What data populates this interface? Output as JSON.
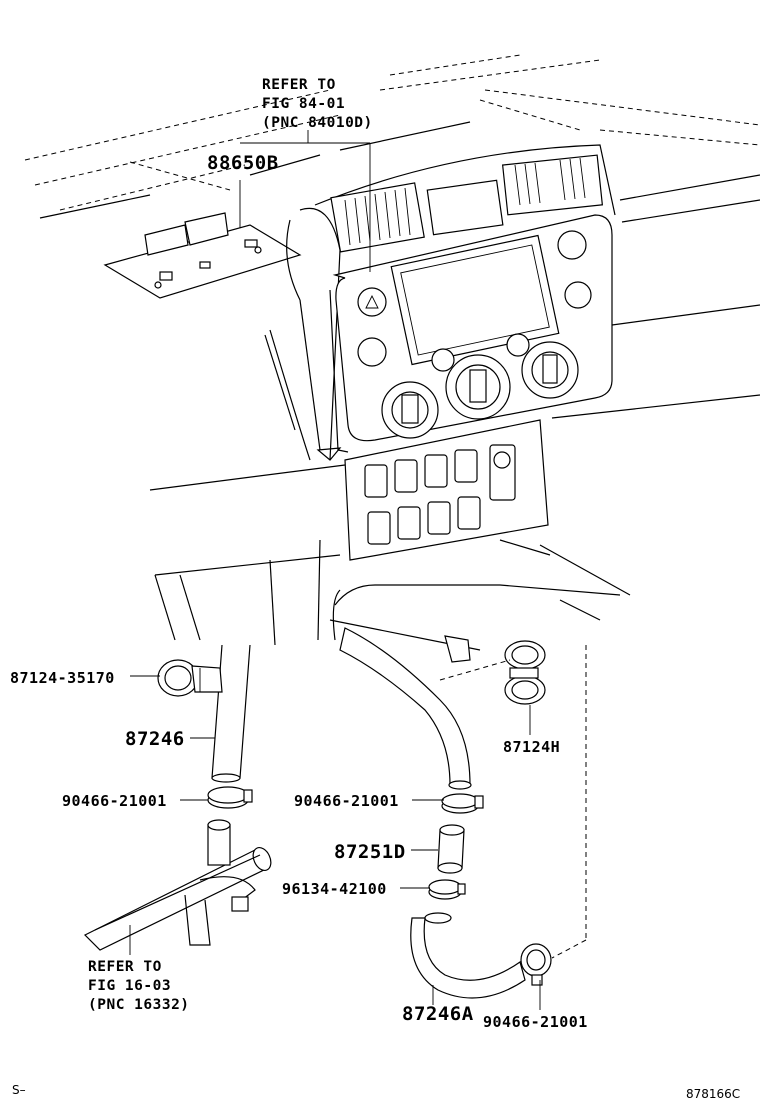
{
  "refs": {
    "top": [
      "REFER TO",
      "FIG 84-01",
      "(PNC 84010D)"
    ],
    "bottom": [
      "REFER TO",
      "FIG 16-03",
      "(PNC 16332)"
    ]
  },
  "parts": {
    "p88650B": "88650B",
    "p87124_35170": "87124-35170",
    "p87246": "87246",
    "p90466_left": "90466-21001",
    "p90466_mid": "90466-21001",
    "p87251D": "87251D",
    "p96134": "96134-42100",
    "p87246A": "87246A",
    "p90466_bottom": "90466-21001",
    "p87124H": "87124H"
  },
  "footer": {
    "left": "S–",
    "right": "878166C"
  }
}
